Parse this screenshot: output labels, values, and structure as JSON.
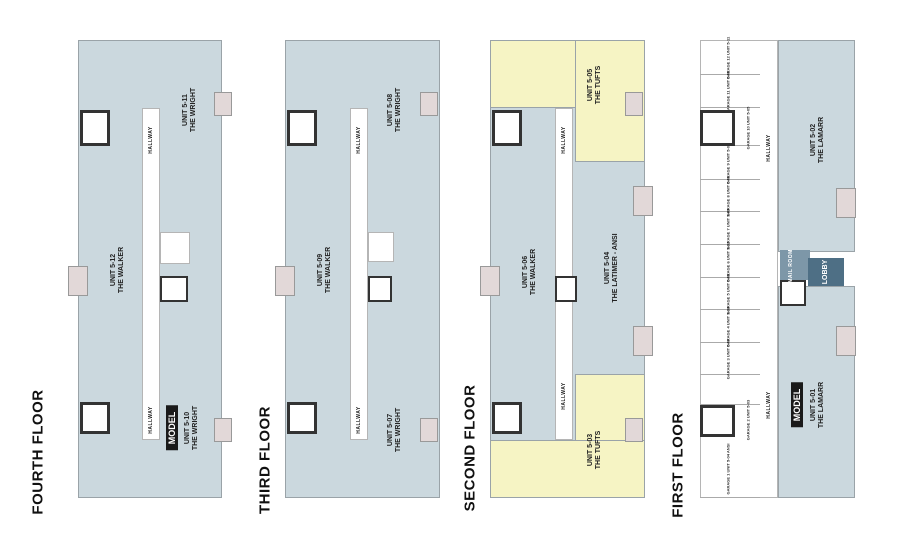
{
  "floors": [
    {
      "title": "FOURTH FLOOR",
      "units": [
        {
          "num": "UNIT 5-11",
          "name": "THE WRIGHT"
        },
        {
          "num": "UNIT 5-12",
          "name": "THE WALKER"
        },
        {
          "num": "UNIT 5-10",
          "name": "THE WRIGHT"
        }
      ],
      "hallway": "HALLWAY",
      "model": "MODEL"
    },
    {
      "title": "THIRD FLOOR",
      "units": [
        {
          "num": "UNIT 5-08",
          "name": "THE WRIGHT"
        },
        {
          "num": "UNIT 5-09",
          "name": "THE WALKER"
        },
        {
          "num": "UNIT 5-07",
          "name": "THE WRIGHT"
        }
      ],
      "hallway": "HALLWAY"
    },
    {
      "title": "SECOND FLOOR",
      "units": [
        {
          "num": "UNIT 5-05",
          "name": "THE TUFTS"
        },
        {
          "num": "UNIT 5-06",
          "name": "THE WALKER"
        },
        {
          "num": "UNIT 5-04",
          "name": "THE LATIMER - ANSI"
        },
        {
          "num": "UNIT 5-03",
          "name": "THE TUFTS"
        }
      ],
      "hallway": "HALLWAY"
    },
    {
      "title": "FIRST FLOOR",
      "units": [
        {
          "num": "UNIT 5-02",
          "name": "THE LAMARR"
        },
        {
          "num": "UNIT 5-01",
          "name": "THE LAMARR"
        }
      ],
      "hallway": "HALLWAY",
      "model": "MODEL",
      "mail_room": "MAIL ROOM",
      "lobby": "LOBBY",
      "garages": [
        "GARAGE 12 UNIT 5-11",
        "GARAGE 11 UNIT 5-08",
        "GARAGE 10 UNIT 5-05",
        "GARAGE 9 UNIT 5-02",
        "GARAGE 8 UNIT 5-06",
        "GARAGE 7 UNIT 5-09",
        "GARAGE 6 UNIT 5-12",
        "GARAGE 5 UNIT 5-01",
        "GARAGE 4 UNIT 5-10",
        "GARAGE 3 UNIT 5-07",
        "GARAGE 2 UNIT 5-03",
        "GARAGE 1 UNIT 5-04 ANSI"
      ]
    }
  ],
  "colors": {
    "unit": "#cbd8de",
    "tufts": "#f6f4c4",
    "mail_room": "#7d97a8",
    "lobby": "#4e6f85"
  }
}
